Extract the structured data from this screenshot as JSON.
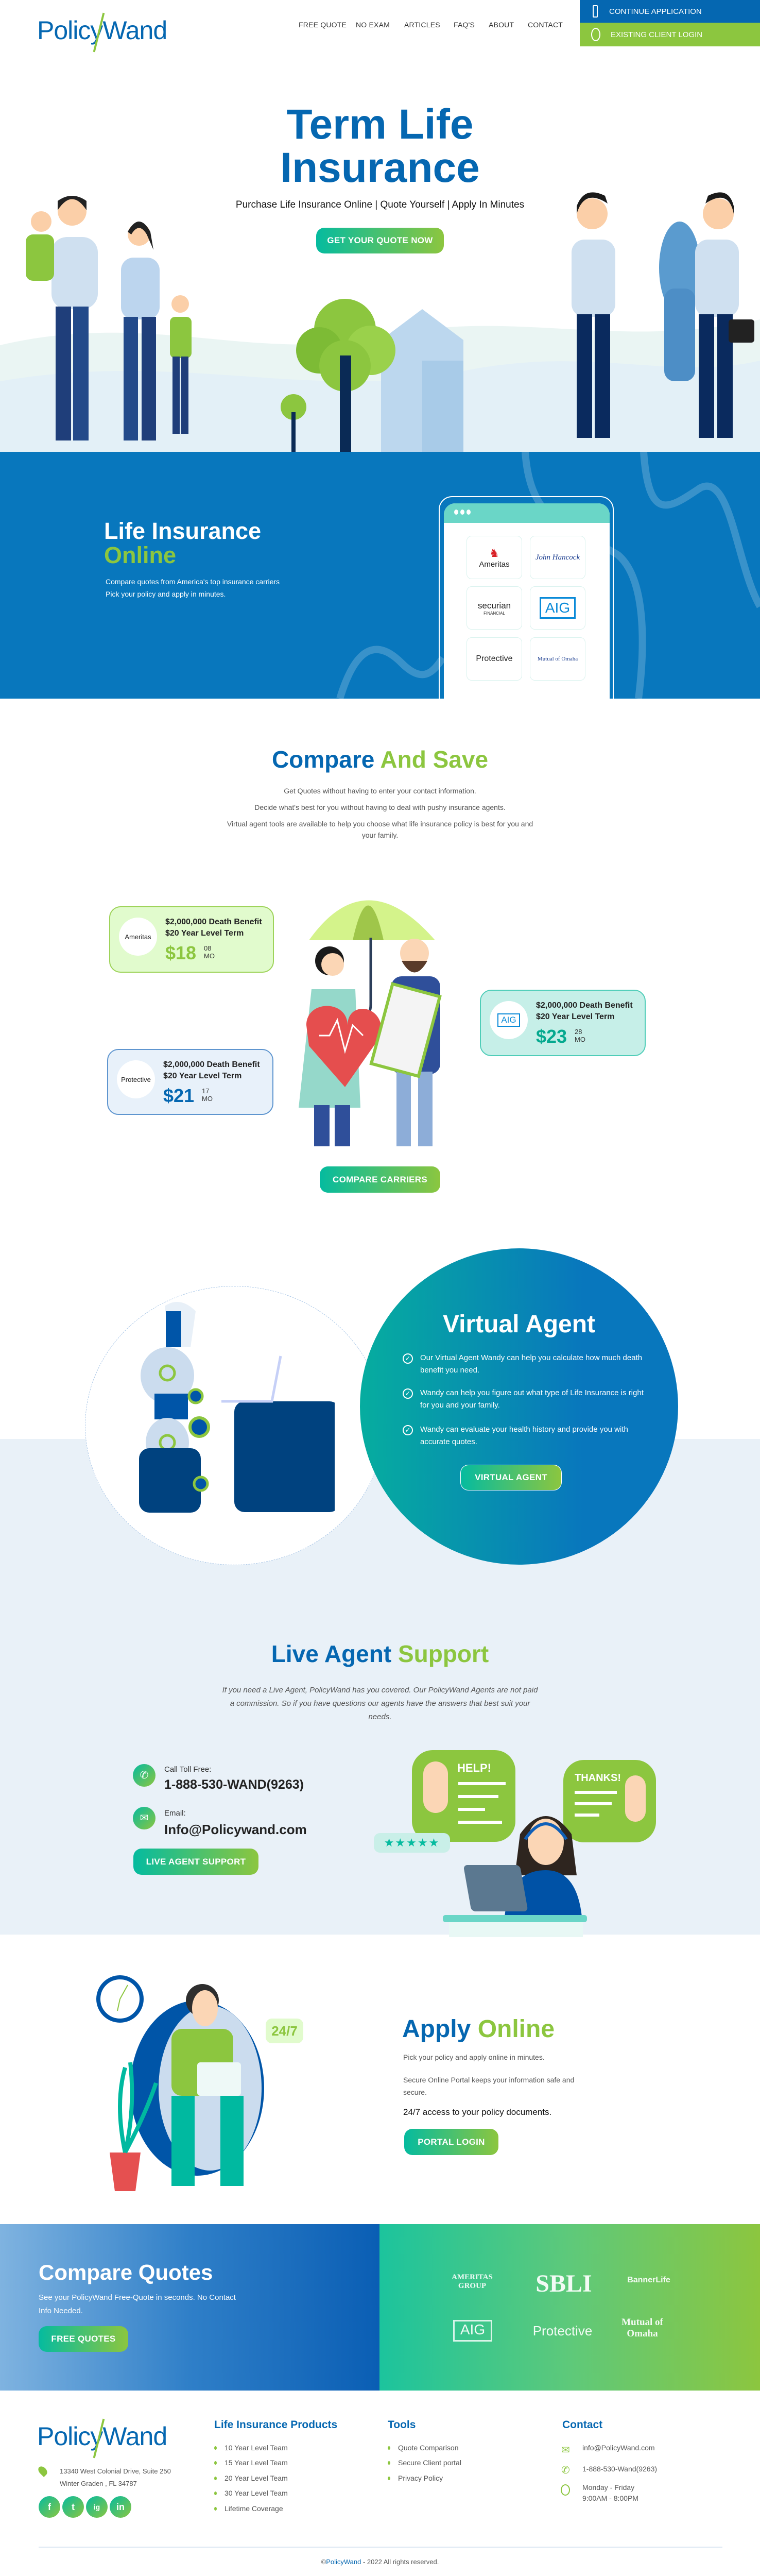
{
  "colors": {
    "primary_blue": "#0567b1",
    "accent_green": "#8cc63f",
    "teal": "#05bb9f",
    "section_blue": "#0877bd",
    "light_bg": "#e9f1f8"
  },
  "header": {
    "logo": "PolicyWand",
    "nav": [
      "FREE QUOTE",
      "NO EXAM",
      "ARTICLES",
      "FAQ'S",
      "ABOUT",
      "CONTACT"
    ],
    "continue_application": "CONTINUE APPLICATION",
    "existing_client_login": "EXISTING CLIENT LOGIN"
  },
  "hero": {
    "title_line1": "Term Life",
    "title_line2": "Insurance",
    "subtitle": "Purchase Life Insurance Online | Quote Yourself | Apply In Minutes",
    "button": "GET YOUR QUOTE NOW"
  },
  "online": {
    "title_white": "Life Insurance",
    "title_green": "Online",
    "line1": "Compare quotes from America's top insurance carriers",
    "line2": "Pick your policy and apply in minutes.",
    "carriers": [
      "Ameritas",
      "John Hancock",
      "securian",
      "AIG",
      "Protective",
      "Mutual of Omaha"
    ],
    "securian_sub": "FINANCIAL"
  },
  "compare": {
    "title_blue": "Compare",
    "title_green": "And Save",
    "paragraphs": [
      "Get Quotes without having to enter your contact information.",
      "Decide what's best for you without having to deal with pushy insurance agents.",
      "Virtual agent tools are available to help you choose what life insurance policy is best for you and your family."
    ],
    "cards": [
      {
        "carrier": "Ameritas",
        "benefit": "$2,000,000 Death Benefit",
        "term": "$20 Year Level Term",
        "dollars": "$18",
        "cents": "08",
        "per": "MO",
        "color": "#8cc63f"
      },
      {
        "carrier": "AIG",
        "benefit": "$2,000,000 Death Benefit",
        "term": "$20 Year Level Term",
        "dollars": "$23",
        "cents": "28",
        "per": "MO",
        "color": "#05a98f"
      },
      {
        "carrier": "Protective",
        "benefit": "$2,000,000 Death Benefit",
        "term": "$20 Year Level Term",
        "dollars": "$21",
        "cents": "17",
        "per": "MO",
        "color": "#0567b1"
      }
    ],
    "button": "COMPARE CARRIERS"
  },
  "virtual": {
    "title": "Virtual Agent",
    "bullets": [
      "Our Virtual Agent Wandy can help you calculate how much death benefit you need.",
      "Wandy can help you figure out what type of Life Insurance is right for you and your family.",
      "Wandy can evaluate your health history and provide you with accurate quotes."
    ],
    "button": "VIRTUAL AGENT"
  },
  "live": {
    "title_blue": "Live Agent",
    "title_green": "Support",
    "text": "If you need a Live Agent, PolicyWand has you covered. Our PolicyWand Agents are not paid a commission. So if you have questions our agents have the answers that best suit your needs.",
    "call_label": "Call Toll Free:",
    "phone": "1-888-530-WAND(9263)",
    "email_label": "Email:",
    "email": "Info@Policywand.com",
    "button": "LIVE AGENT SUPPORT",
    "bubble_help": "HELP!",
    "bubble_thanks": "THANKS!",
    "rating_stars": 5
  },
  "apply": {
    "title_blue": "Apply",
    "title_green": "Online",
    "line1": "Pick your policy and apply online in minutes.",
    "line2": "Secure Online Portal keeps your information safe and secure.",
    "line3": "24/7 access to your policy documents.",
    "button": "PORTAL LOGIN",
    "badge": "24/7"
  },
  "quotes": {
    "title": "Compare Quotes",
    "text": "See your PolicyWand Free-Quote in seconds. No Contact Info Needed.",
    "button": "FREE QUOTES",
    "logos": [
      "AMERITAS GROUP",
      "SBLI",
      "BannerLife",
      "AIG",
      "Protective",
      "Mutual of Omaha"
    ]
  },
  "footer": {
    "logo": "PolicyWand",
    "address_line1": "13340 West Colonial Drive, Suite 250",
    "address_line2": "Winter Graden , FL 34787",
    "social": [
      "f",
      "t",
      "ig",
      "in"
    ],
    "products_title": "Life Insurance Products",
    "products": [
      "10 Year Level Team",
      "15 Year Level Team",
      "20 Year Level Team",
      "30 Year Level Team",
      "Lifetime Coverage"
    ],
    "tools_title": "Tools",
    "tools": [
      "Quote Comparison",
      "Secure Client portal",
      "Privacy Policy"
    ],
    "contact_title": "Contact",
    "contact_email": "info@PolicyWand.com",
    "contact_phone": "1-888-530-Wand(9263)",
    "hours_days": "Monday - Friday",
    "hours_time": "9:00AM  - 8:00PM",
    "copyright_symbol": "©",
    "copyright_brand": "PolicyWand",
    "copyright_text": " -  2022 All rights reserved."
  }
}
